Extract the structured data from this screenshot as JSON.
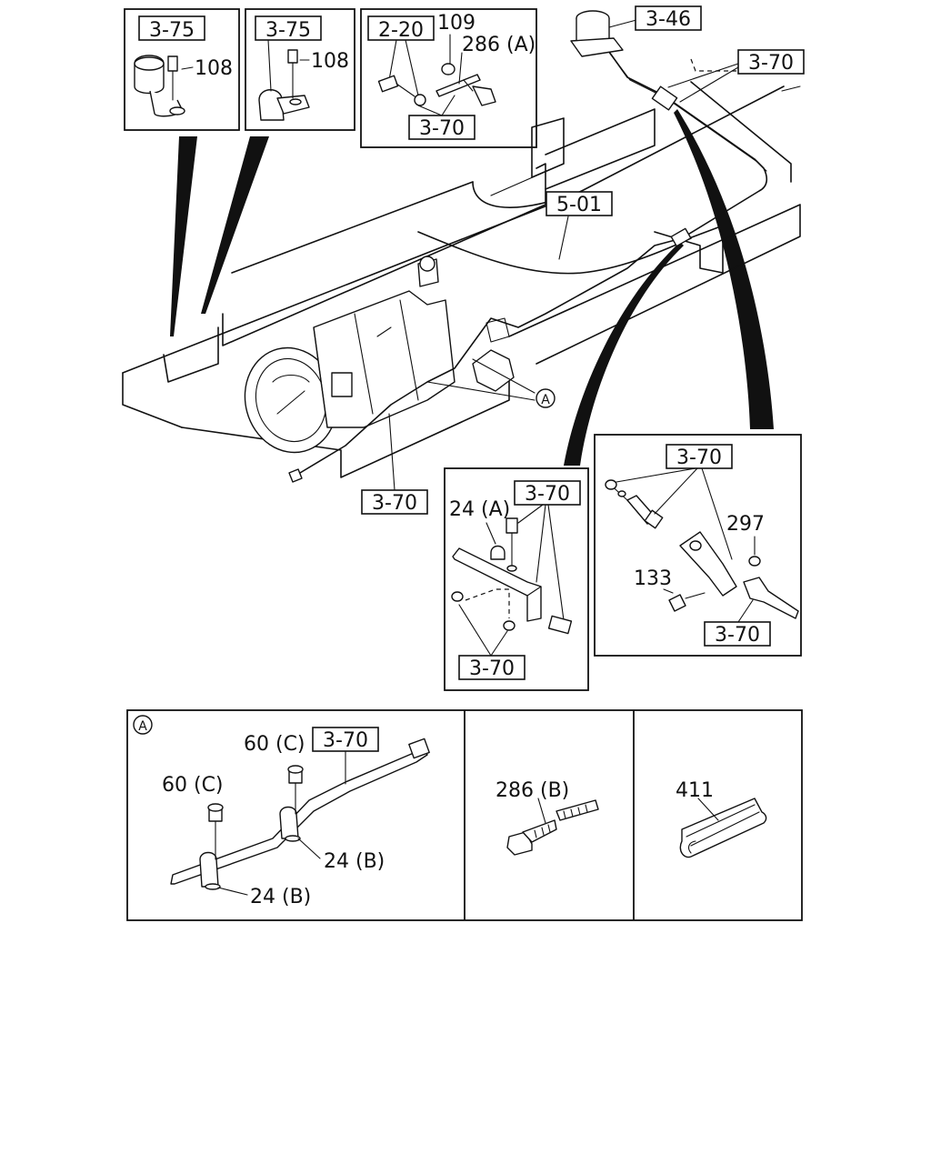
{
  "callouts": {
    "top_left_1": {
      "ref": "3-75",
      "part": "108"
    },
    "top_left_2": {
      "ref": "3-75",
      "part": "108"
    },
    "top_mid": {
      "ref_a": "2-20",
      "part_a": "109",
      "part_b": "286 (A)",
      "ref_b": "3-70"
    },
    "top_right": {
      "ref_a": "3-46",
      "ref_b": "3-70"
    },
    "main": {
      "ref_frame": "5-01",
      "ref_pipe": "3-70",
      "marker": "A"
    },
    "detail_mid": {
      "part": "24 (A)",
      "ref_a": "3-70",
      "ref_b": "3-70"
    },
    "detail_right": {
      "ref_a": "3-70",
      "part_a": "297",
      "part_b": "133",
      "ref_b": "3-70"
    }
  },
  "bottom_panels": {
    "panel_a": {
      "marker": "A",
      "ref": "3-70",
      "part_a": "60 (C)",
      "part_b": "60 (C)",
      "part_c": "24 (B)",
      "part_d": "24 (B)"
    },
    "panel_b": {
      "part": "286 (B)"
    },
    "panel_c": {
      "part": "411"
    }
  }
}
